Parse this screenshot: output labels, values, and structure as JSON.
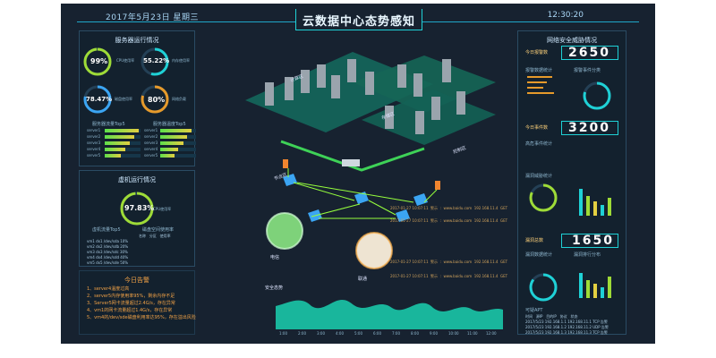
{
  "header": {
    "date": "2017年5月23日  星期三",
    "time": "12:30:20",
    "title": "云数据中心态势感知"
  },
  "left": {
    "server": {
      "title": "服务器运行情况",
      "gauges": [
        {
          "value": "99%",
          "sub": "CPU使用率"
        },
        {
          "value": "55.22%",
          "sub": "内存使用率"
        },
        {
          "value": "78.47%",
          "sub": "磁盘使用率"
        },
        {
          "value": "80%",
          "sub": "网络负载"
        }
      ],
      "top5_left": "服务器流量Top5",
      "top5_right": "服务器温度Top5",
      "top5_rows": [
        "server1",
        "server2",
        "server3",
        "server4",
        "server5"
      ],
      "top5_values": [
        0.95,
        0.82,
        0.71,
        0.58,
        0.45
      ],
      "top5_values_right": [
        0.88,
        0.76,
        0.64,
        0.51,
        0.4
      ]
    },
    "vm": {
      "title": "虚机运行情况",
      "gauge": "97.83%",
      "gauge_sub": "CPU使用率",
      "table_left": "虚机流量Top5",
      "table_right": "磁盘空间使用率",
      "rows": [
        "vm1",
        "vm2",
        "vm3",
        "vm4",
        "vm5"
      ],
      "cols": [
        "名称",
        "分区",
        "使用率"
      ],
      "table": [
        [
          "dx1",
          "/dev/sda",
          "10%"
        ],
        [
          "dx2",
          "/dev/sdb",
          "20%"
        ],
        [
          "dx3",
          "/dev/sdc",
          "30%"
        ],
        [
          "dx4",
          "/dev/sdd",
          "40%"
        ],
        [
          "dx5",
          "/dev/sde",
          "50%"
        ]
      ]
    },
    "alerts": {
      "title": "今日告警",
      "items": [
        "1、server4温度过高",
        "2、server5内存使用率95%，剩余内存不足",
        "3、Server5网卡流量超过2.4G/s，存在异常",
        "4、vm1的网卡流量超过1.4G/s，存在异常",
        "5、vm4的/dev/sde磁盘利用率达95%，存在溢出风险"
      ]
    }
  },
  "center": {
    "zones": [
      "计算区",
      "存储区",
      "控制区",
      "节点区",
      "电信",
      "联通"
    ],
    "logs": [
      "2017-01-27 10:07:11  警示  :  www.baidu.com  192.168.11.4  GET",
      "2017-01-27 10:07:11  警示  :  www.baidu.com  192.168.11.4  GET",
      "2017-01-27 10:07:11  警示  :  www.baidu.com  192.168.11.4  GET",
      "2017-01-27 10:07:11  警示  :  www.baidu.com  192.168.11.4  GET"
    ],
    "trend_title": "安全态势",
    "trend_x": [
      "1:00",
      "2:00",
      "3:00",
      "4:00",
      "5:00",
      "6:00",
      "7:00",
      "8:00",
      "9:00",
      "10:00",
      "11:00",
      "12:00"
    ]
  },
  "right": {
    "title": "网络安全威胁情况",
    "alarm_label": "今日报警数",
    "alarm_value": "2650",
    "event_label": "今日事件数",
    "event_value": "3200",
    "vuln_label": "漏洞总数",
    "vuln_value": "1650",
    "row_1": "报警数据统计",
    "row_2": "报警事件分类",
    "row_3": "高危事件统计",
    "row_4": "漏洞威胁统计",
    "row_5": "漏洞数据统计",
    "row_6": "漏洞排行分布",
    "apt_title": "可疑APT",
    "table_cols": [
      "时间",
      "源IP",
      "目的IP",
      "协议",
      "状态"
    ],
    "table_rows": [
      [
        "2017/5/23",
        "192.168.1.1",
        "192.168.11.1",
        "TCP",
        "告警"
      ],
      [
        "2017/5/23",
        "192.168.1.2",
        "192.168.11.2",
        "UDP",
        "告警"
      ],
      [
        "2017/5/23",
        "192.168.1.3",
        "192.168.11.3",
        "TCP",
        "告警"
      ]
    ]
  }
}
